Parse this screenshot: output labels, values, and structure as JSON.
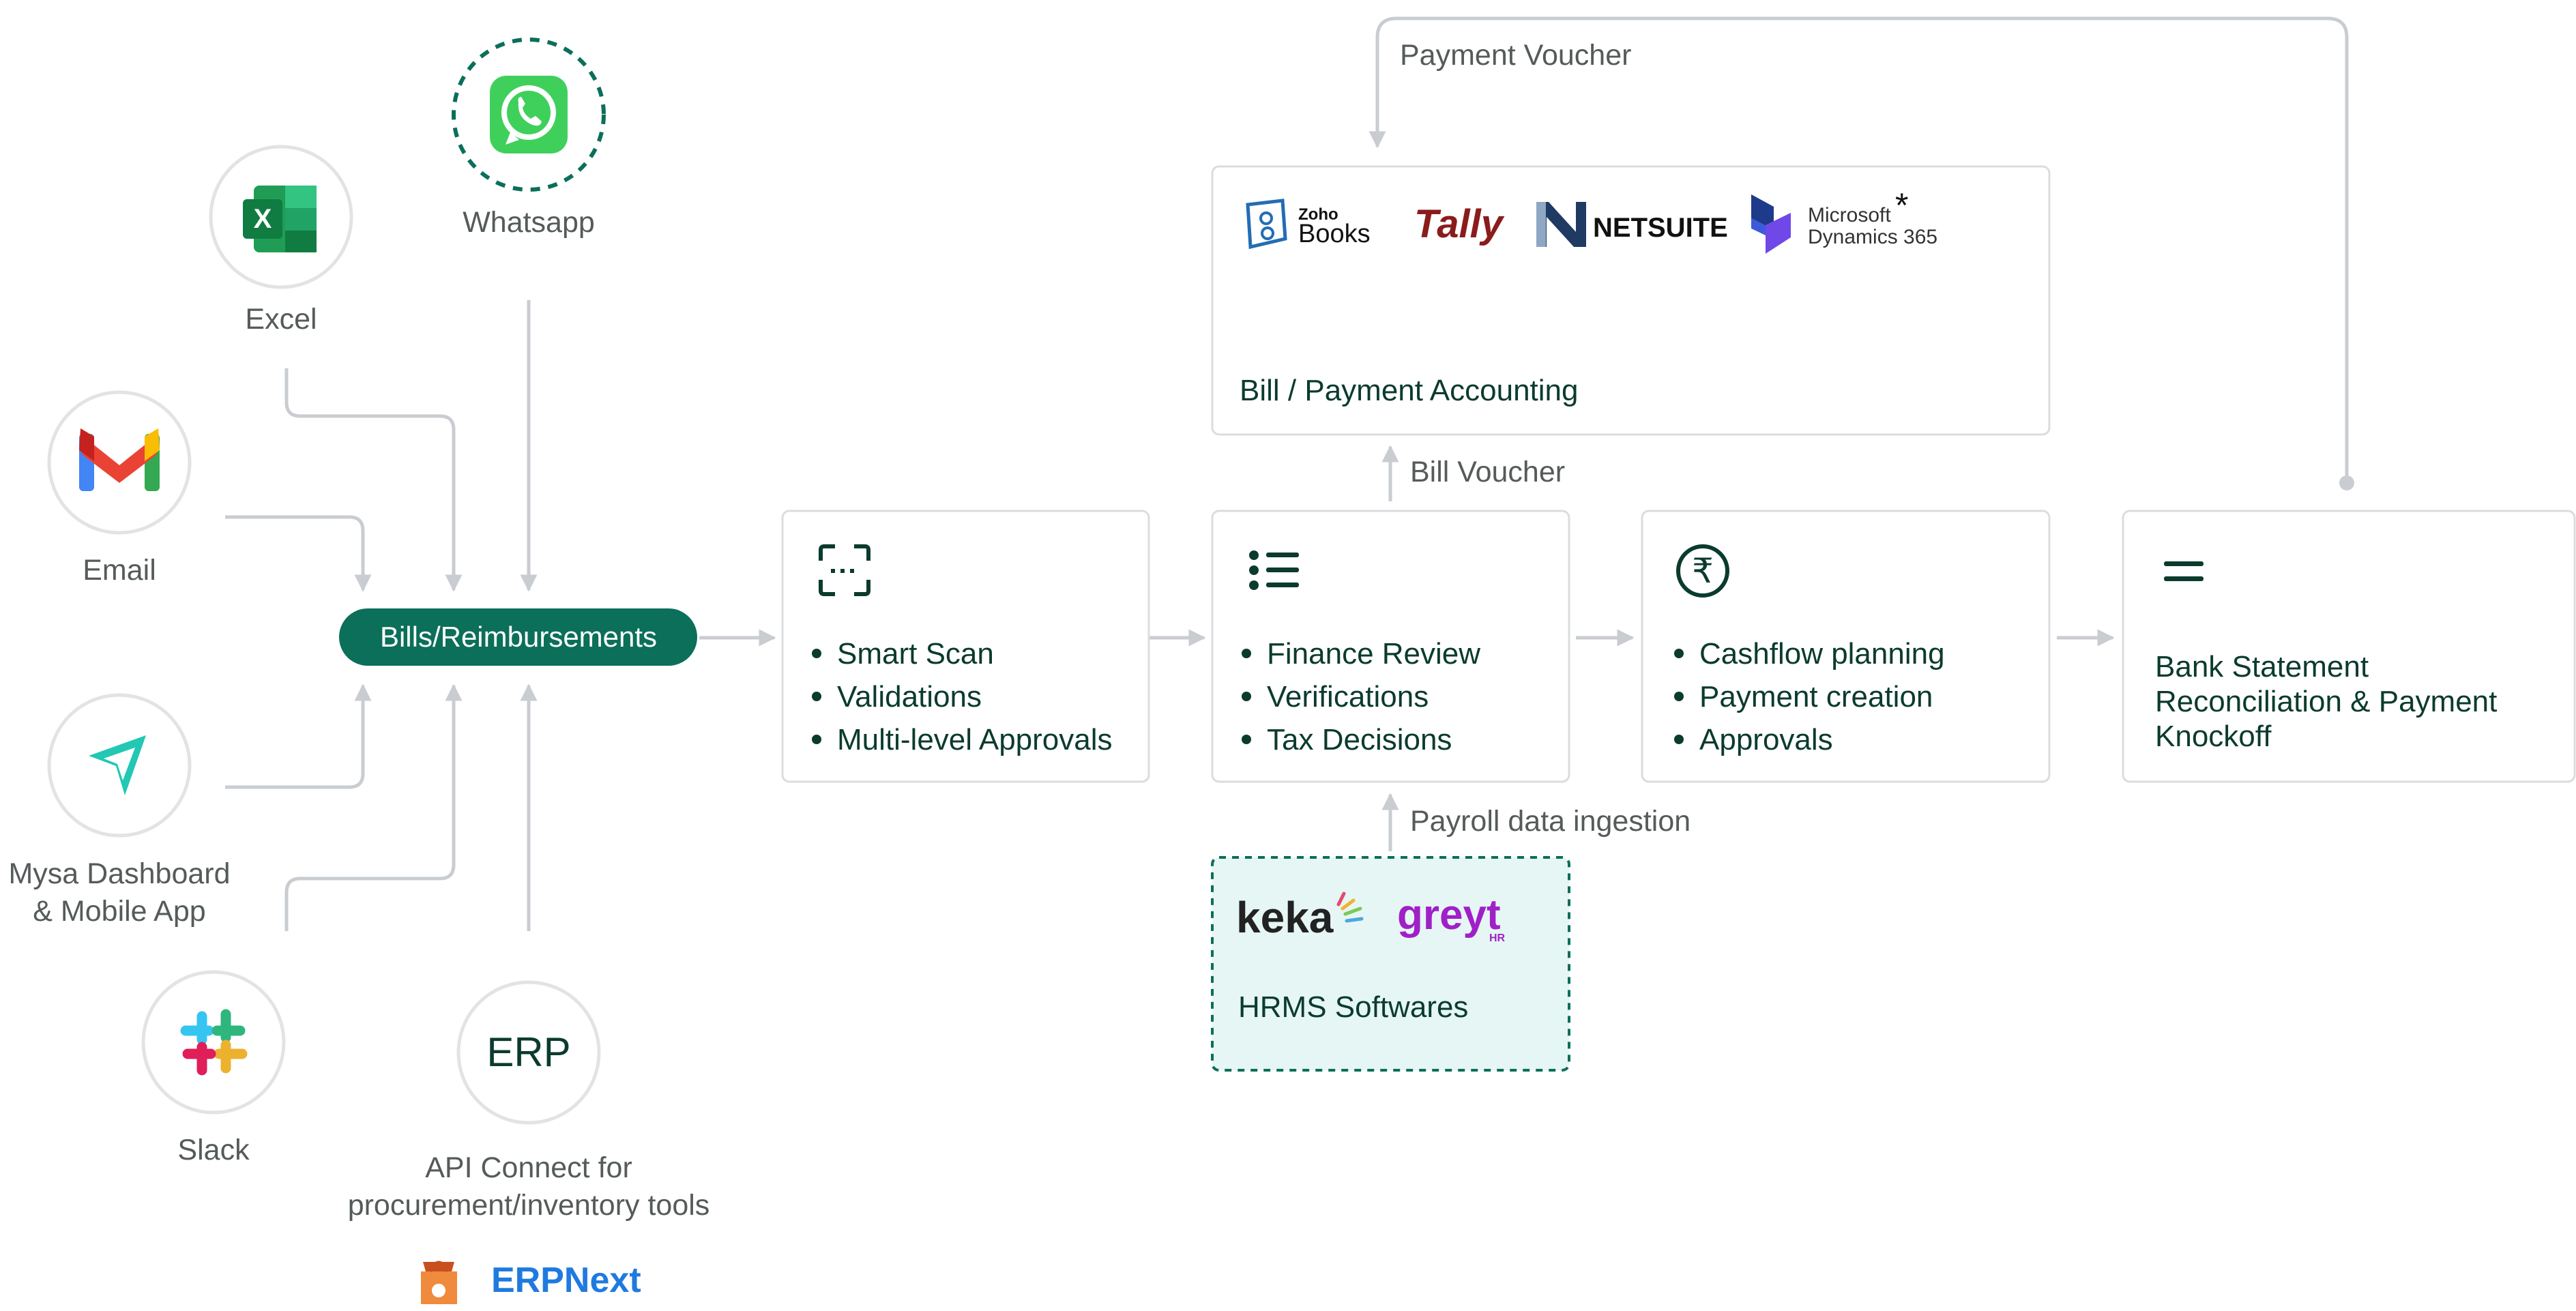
{
  "sources": {
    "whatsapp": "Whatsapp",
    "excel": "Excel",
    "email": "Email",
    "mysa": [
      "Mysa Dashboard",
      "& Mobile App"
    ],
    "slack": "Slack",
    "erp": "ERP",
    "api_connect": [
      "API Connect for",
      "procurement/inventory tools"
    ],
    "erpnext": "ERPNext"
  },
  "hub": {
    "label": "Bills/Reimbursements"
  },
  "stages": {
    "scan": {
      "icon": "scan-icon",
      "items": [
        "Smart Scan",
        "Validations",
        "Multi-level Approvals"
      ]
    },
    "review": {
      "icon": "list-icon",
      "items": [
        "Finance Review",
        "Verifications",
        "Tax Decisions"
      ]
    },
    "payment": {
      "icon": "rupee-icon",
      "items": [
        "Cashflow planning",
        "Payment creation",
        "Approvals"
      ]
    },
    "bank": {
      "icon": "equals-icon",
      "lines": [
        "Bank Statement",
        "Reconciliation & Payment",
        "Knockoff"
      ]
    }
  },
  "accounting": {
    "title": "Bill / Payment Accounting",
    "logos": {
      "zoho_small": "Zoho",
      "zoho_big": "Books",
      "tally": "Tally",
      "netsuite": "NETSUITE",
      "ms_line1": "Microsoft",
      "ms_line2": "Dynamics 365",
      "ms_star": "*"
    }
  },
  "hrms": {
    "title": "HRMS Softwares",
    "logos": {
      "keka": "keka",
      "greyt": "greyt",
      "greyt_sub": "HR"
    }
  },
  "labels": {
    "payment_voucher": "Payment Voucher",
    "bill_voucher": "Bill Voucher",
    "payroll": "Payroll data ingestion"
  },
  "colors": {
    "brand_green": "#0b6f5a",
    "text_dark": "#0b3b2e",
    "connector": "#c9ccd0",
    "hrms_bg": "#e5f6f4"
  }
}
